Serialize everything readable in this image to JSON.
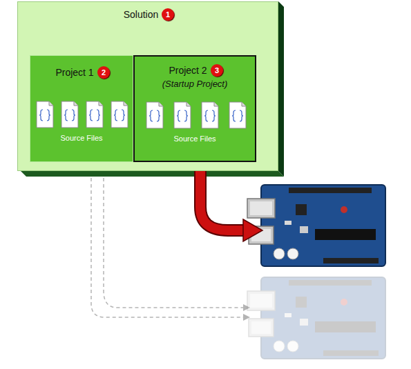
{
  "diagram": {
    "nodes": [
      {
        "text": [
          "Solution"
        ]
      },
      {
        "text": [
          "Project 1",
          "Source Files"
        ],
        "in": 0
      },
      {
        "text": [
          "Project 2",
          "(Startup Project)",
          "Source Files"
        ],
        "in": 0
      }
    ],
    "labels": [
      "1",
      "2",
      "3"
    ]
  }
}
